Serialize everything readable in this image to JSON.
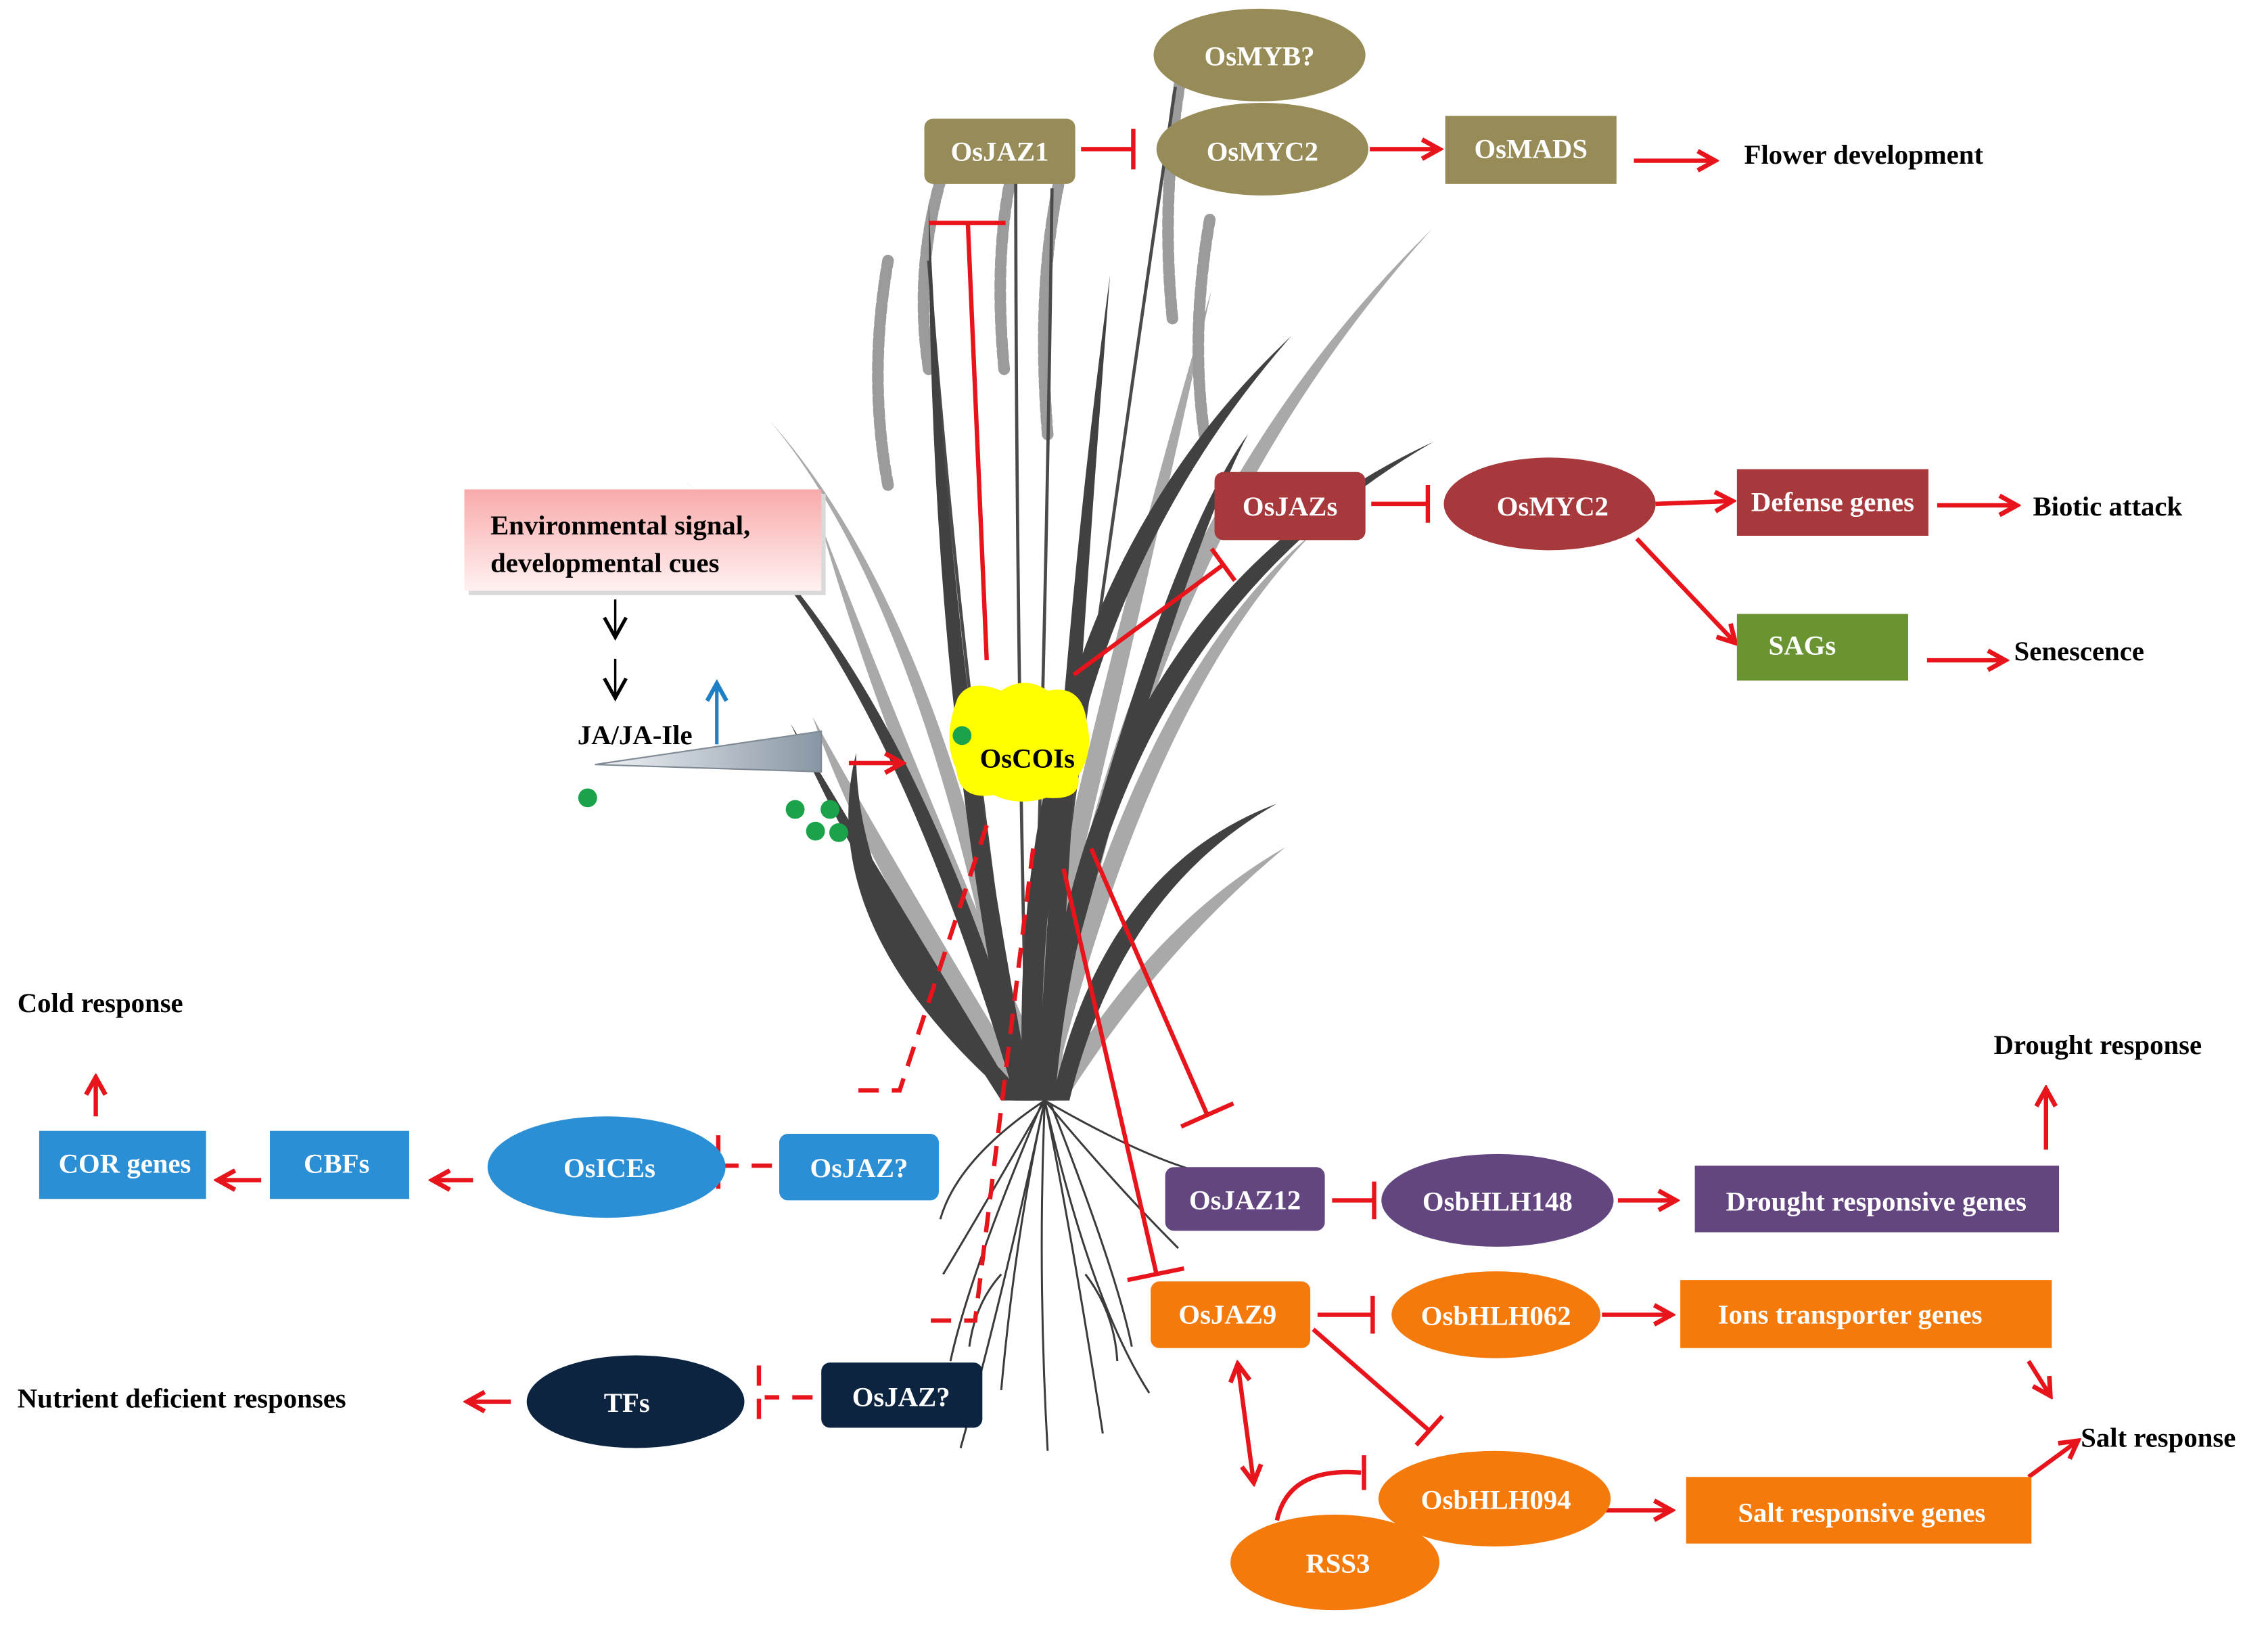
{
  "diagram": {
    "flower": {
      "myb": "OsMYB?",
      "jaz1": "OsJAZ1",
      "myc2": "OsMYC2",
      "mads": "OsMADS",
      "response": "Flower development"
    },
    "signal": {
      "box_line1": "Environmental signal,",
      "box_line2": "developmental cues",
      "hormone": "JA/JA-Ile",
      "receptor": "OsCOIs"
    },
    "defense": {
      "jazs": "OsJAZs",
      "myc2": "OsMYC2",
      "genes": "Defense genes",
      "response": "Biotic attack",
      "sags": "SAGs",
      "senescence": "Senescence"
    },
    "drought": {
      "jaz12": "OsJAZ12",
      "bhlh148": "OsbHLH148",
      "genes": "Drought responsive genes",
      "response": "Drought response"
    },
    "salt": {
      "jaz9": "OsJAZ9",
      "bhlh062": "OsbHLH062",
      "ion_genes": "Ions transporter genes",
      "bhlh094": "OsbHLH094",
      "salt_genes": "Salt responsive genes",
      "rss3": "RSS3",
      "response": "Salt response"
    },
    "cold": {
      "jaz": "OsJAZ?",
      "ices": "OsICEs",
      "cbfs": "CBFs",
      "cor": "COR genes",
      "response": "Cold response"
    },
    "nutrient": {
      "jaz": "OsJAZ?",
      "tfs": "TFs",
      "response": "Nutrient deficient responses"
    }
  },
  "colors": {
    "flower": "#978c57",
    "defense": "#a7383b",
    "senescence": "#6a9431",
    "drought": "#634680",
    "salt": "#f57a0c",
    "cold": "#2b8fd6",
    "nutrient": "#0c2440",
    "receptor": "#ffff00",
    "signal_edge": "#e8141b",
    "hormone_up": "#1f7fc4",
    "ja_dots": "#1aa34a"
  }
}
